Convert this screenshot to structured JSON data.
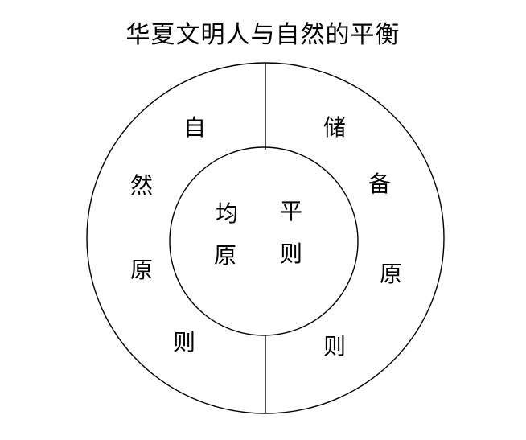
{
  "title": "华夏文明人与自然的平衡",
  "outer_left": [
    "自",
    "然",
    "原",
    "则"
  ],
  "outer_right": [
    "储",
    "备",
    "原",
    "则"
  ],
  "inner": [
    "均",
    "平",
    "原",
    "则"
  ],
  "colors": {
    "stroke": "#000000",
    "background": "#ffffff",
    "text": "#000000"
  }
}
